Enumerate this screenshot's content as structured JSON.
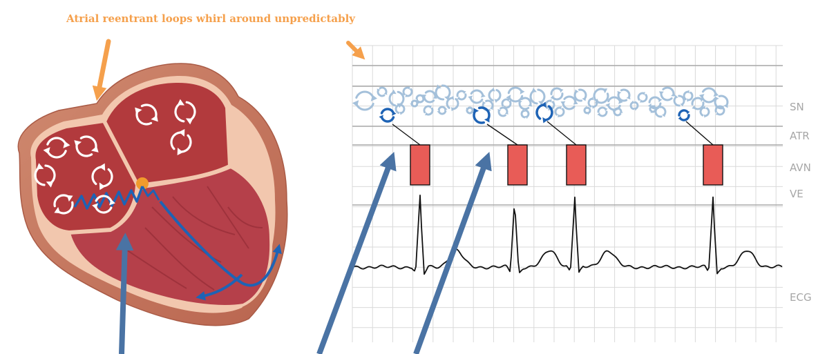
{
  "title": "Atrial reentrant loops whirl around unpredictably",
  "row_labels": [
    "SN",
    "ATR",
    "AVN",
    "VE",
    "ECG"
  ],
  "colors": {
    "title": "#f5a04c",
    "orange_arrow": "#f5a04c",
    "steel_arrow": "#4a73a4",
    "grid_minor": "#d9d9d9",
    "grid_major": "#a9a9a9",
    "row_label": "#a6a6a6",
    "avn_box": "#e85c57",
    "loop_light": "#a4c0da",
    "loop_dark": "#1e63b5",
    "heart_wall": "#c8745d",
    "heart_muscle": "#b23a3d",
    "heart_pale": "#f2c7ae",
    "conduction": "#1e63b5",
    "av_node": "#f19b2c"
  },
  "icons": [
    "circular-arrow-icon"
  ]
}
